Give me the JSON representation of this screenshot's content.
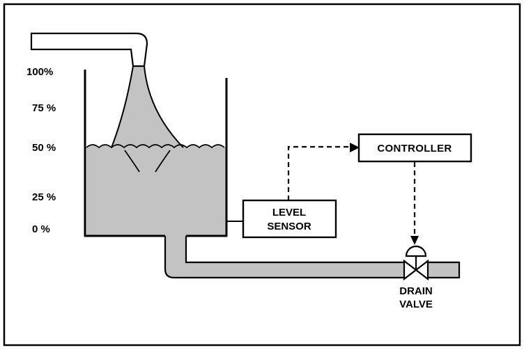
{
  "diagram": {
    "type": "tank-level-control-diagram",
    "scale_labels": [
      "100%",
      "75 %",
      "50 %",
      "25 %",
      "0 %"
    ],
    "level_sensor": {
      "line1": "LEVEL",
      "line2": "SENSOR"
    },
    "controller": {
      "label": "CONTROLLER"
    },
    "drain_valve": {
      "line1": "DRAIN",
      "line2": "VALVE"
    },
    "colors": {
      "water_fill": "#c3c3c3",
      "line": "#000000",
      "background": "#ffffff"
    }
  }
}
